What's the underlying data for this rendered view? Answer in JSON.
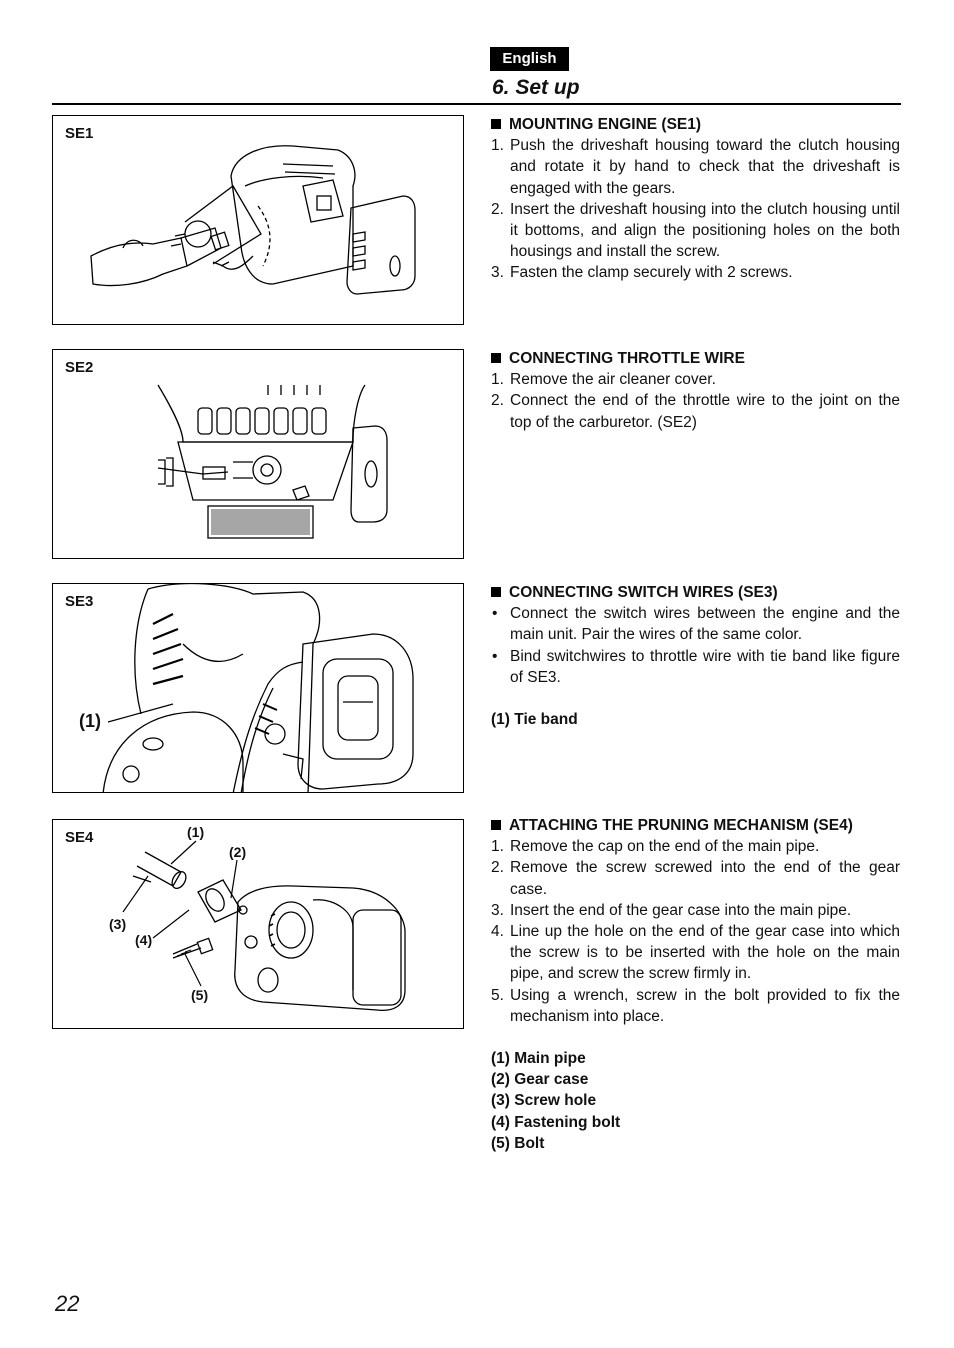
{
  "header": {
    "language": "English",
    "section_title": "6. Set up"
  },
  "sections": [
    {
      "figure_label": "SE1",
      "heading": "MOUNTING ENGINE (SE1)",
      "steps": [
        {
          "num": "1.",
          "text": "Push the driveshaft housing toward the clutch housing and rotate it by hand to check that the driveshaft is engaged with the gears."
        },
        {
          "num": "2.",
          "text": "Insert the driveshaft housing into the clutch housing until it bottoms, and align the positioning holes on the both housings and install the screw."
        },
        {
          "num": "3.",
          "text": "Fasten the clamp securely with 2 screws."
        }
      ]
    },
    {
      "figure_label": "SE2",
      "heading": "CONNECTING THROTTLE WIRE",
      "steps": [
        {
          "num": "1.",
          "text": "Remove the air cleaner cover."
        },
        {
          "num": "2.",
          "text": "Connect the end of the throttle wire to the joint on the top of the carburetor. (SE2)"
        }
      ]
    },
    {
      "figure_label": "SE3",
      "callouts": [
        "(1)"
      ],
      "heading": "CONNECTING SWITCH WIRES (SE3)",
      "bullets": [
        "Connect the switch wires between the engine and the main unit. Pair the wires of the same color.",
        "Bind switchwires to throttle wire with tie band like figure of SE3."
      ],
      "legend": [
        "(1) Tie band"
      ]
    },
    {
      "figure_label": "SE4",
      "callouts": [
        "(1)",
        "(2)",
        "(3)",
        "(4)",
        "(5)"
      ],
      "heading": "ATTACHING THE PRUNING MECHANISM (SE4)",
      "steps": [
        {
          "num": "1.",
          "text": "Remove the cap on the end of the main pipe."
        },
        {
          "num": "2.",
          "text": "Remove the screw screwed into the end of the gear case."
        },
        {
          "num": "3.",
          "text": "Insert the end of the gear case into the main pipe."
        },
        {
          "num": "4.",
          "text": "Line up the hole on the end of the gear case into which the screw is to be inserted with the hole on the main pipe, and screw the screw firmly in."
        },
        {
          "num": "5.",
          "text": "Using a wrench, screw in the bolt provided to fix the mechanism into place."
        }
      ],
      "legend": [
        "(1) Main pipe",
        "(2) Gear case",
        "(3) Screw hole",
        "(4) Fastening bolt",
        "(5) Bolt"
      ]
    }
  ],
  "footer": {
    "page_number": "22"
  }
}
